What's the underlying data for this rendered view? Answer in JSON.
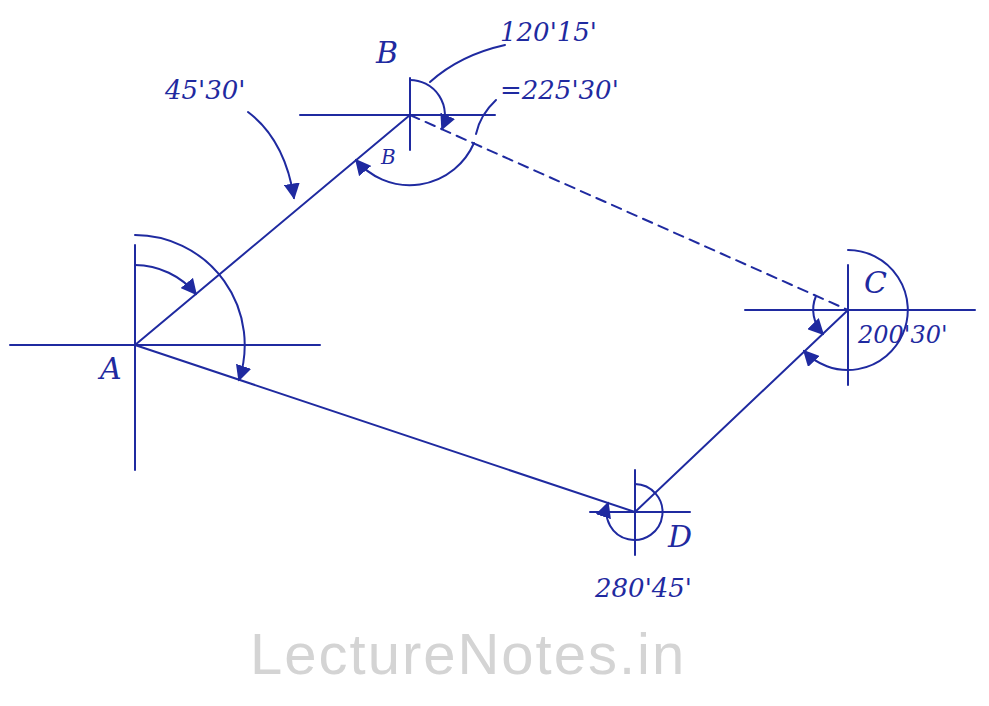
{
  "diagram": {
    "labels": [
      "120'15'",
      "B",
      "=225'30'",
      "45'30'",
      "B",
      "A",
      "C",
      "200'30'",
      "D",
      "280'45'",
      "LectureNotes.in"
    ]
  }
}
